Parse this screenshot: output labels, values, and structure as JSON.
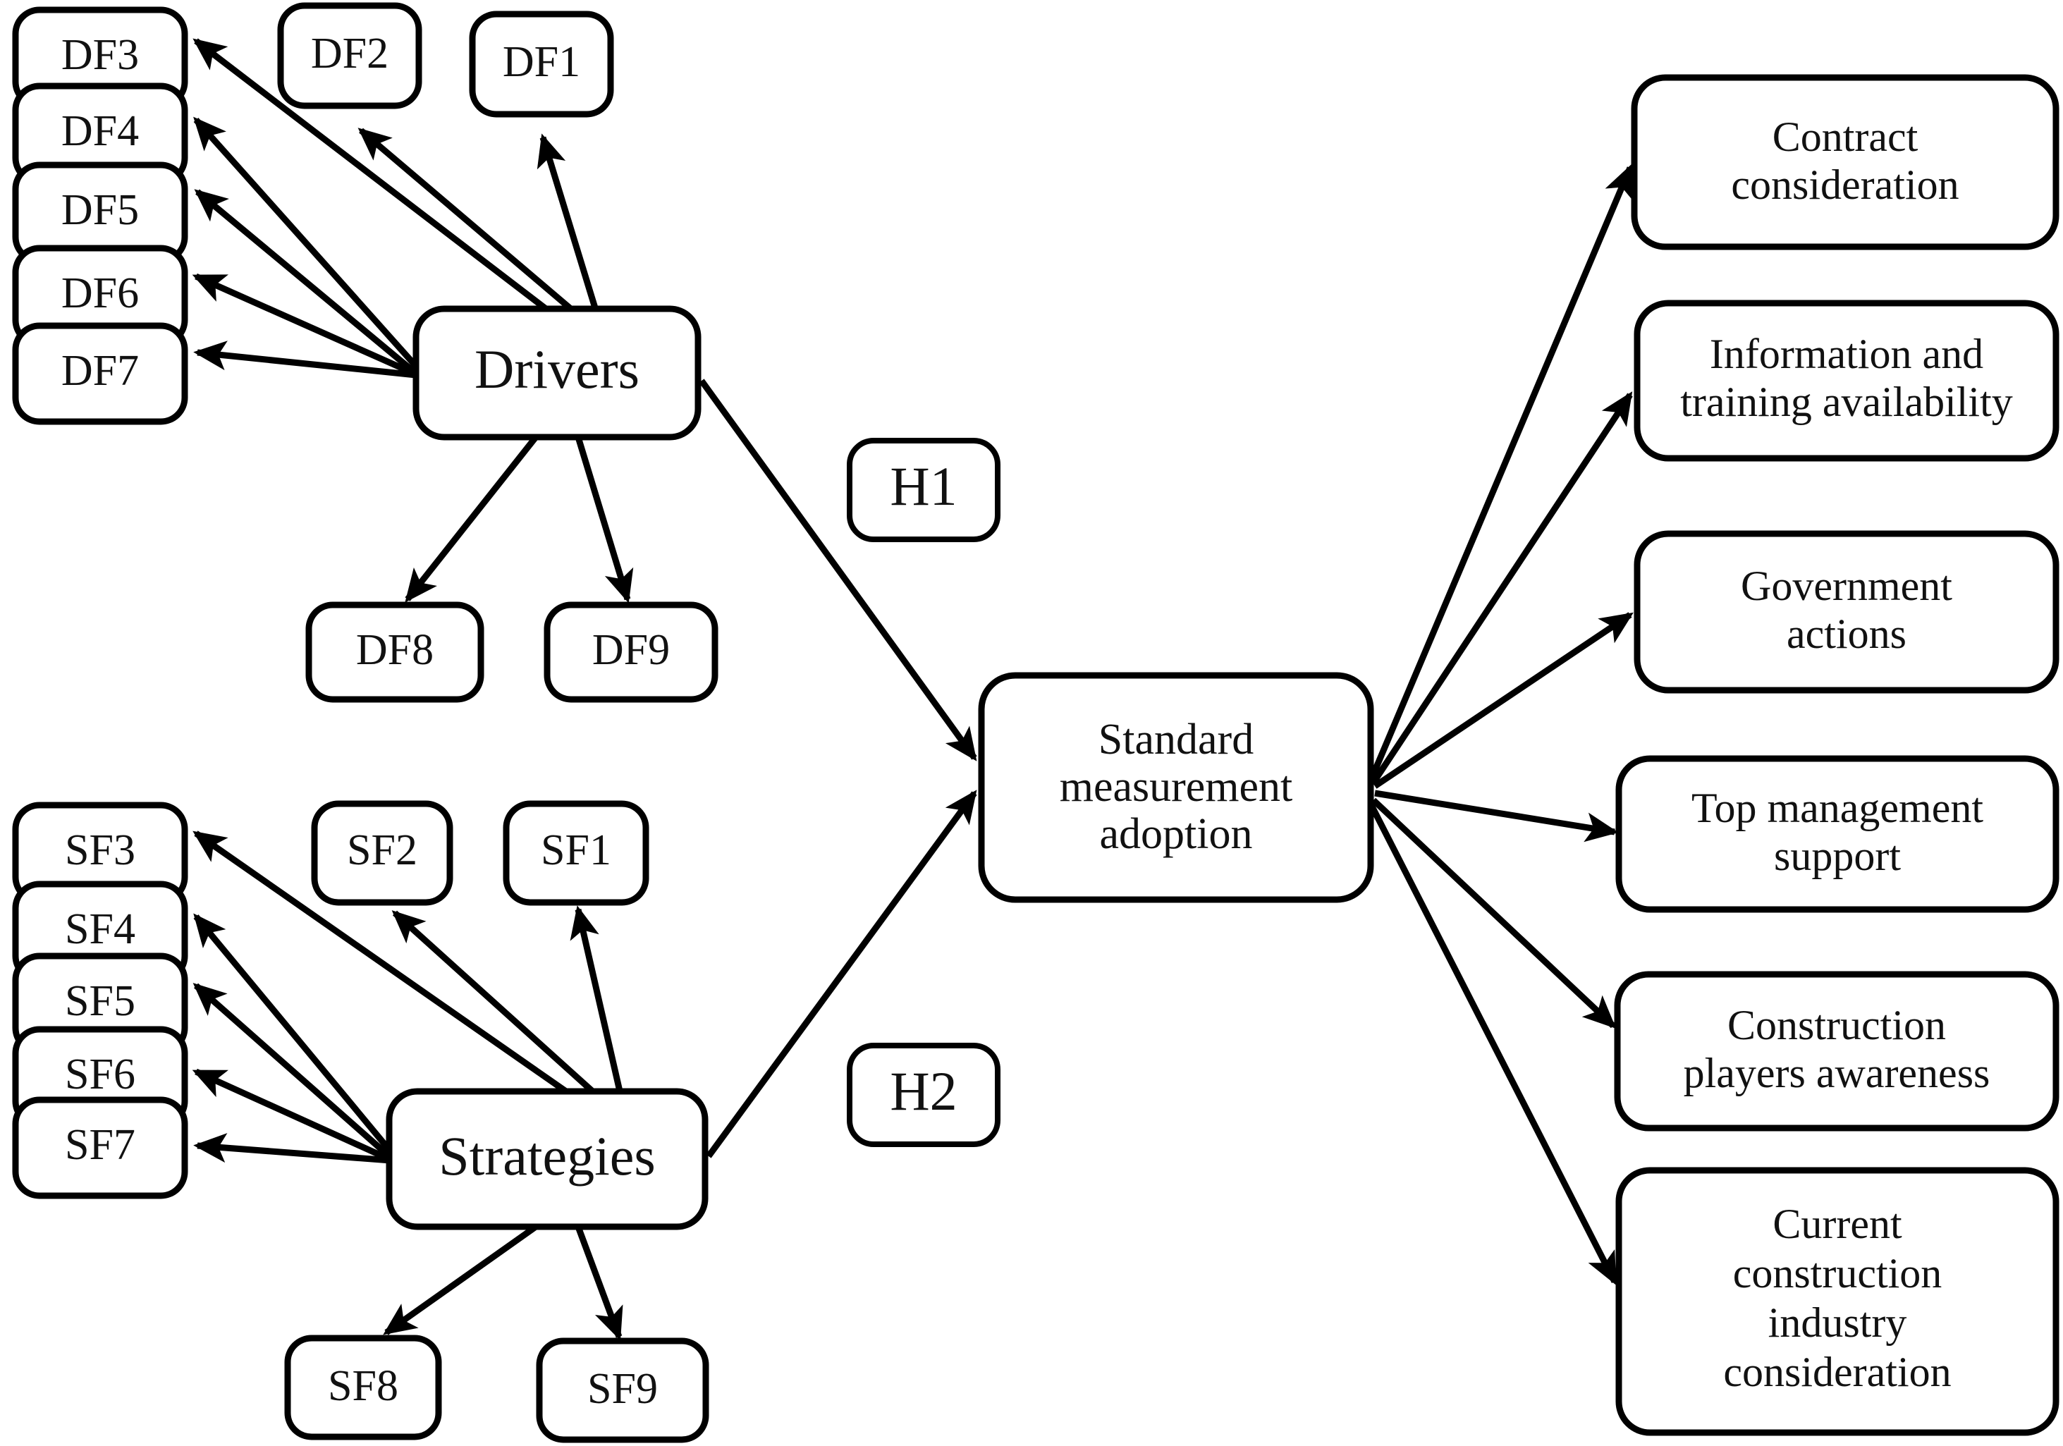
{
  "diagram": {
    "title": "Standard measurement adoption conceptual model",
    "type": "path-diagram",
    "background_color": "#ffffff",
    "line_color": "#000000",
    "box_fill": "#ffffff"
  },
  "nodes": {
    "driver_indicators": [
      {
        "id": "DF1",
        "label": "DF1"
      },
      {
        "id": "DF2",
        "label": "DF2"
      },
      {
        "id": "DF3",
        "label": "DF3"
      },
      {
        "id": "DF4",
        "label": "DF4"
      },
      {
        "id": "DF5",
        "label": "DF5"
      },
      {
        "id": "DF6",
        "label": "DF6"
      },
      {
        "id": "DF7",
        "label": "DF7"
      },
      {
        "id": "DF8",
        "label": "DF8"
      },
      {
        "id": "DF9",
        "label": "DF9"
      }
    ],
    "strategy_indicators": [
      {
        "id": "SF1",
        "label": "SF1"
      },
      {
        "id": "SF2",
        "label": "SF2"
      },
      {
        "id": "SF3",
        "label": "SF3"
      },
      {
        "id": "SF4",
        "label": "SF4"
      },
      {
        "id": "SF5",
        "label": "SF5"
      },
      {
        "id": "SF6",
        "label": "SF6"
      },
      {
        "id": "SF7",
        "label": "SF7"
      },
      {
        "id": "SF8",
        "label": "SF8"
      },
      {
        "id": "SF9",
        "label": "SF9"
      }
    ],
    "latent_drivers": {
      "id": "Drivers",
      "label": "Drivers"
    },
    "latent_strategies": {
      "id": "Strategies",
      "label": "Strategies"
    },
    "outcome": {
      "id": "SMA",
      "label_line1": "Standard",
      "label_line2": "measurement",
      "label_line3": "adoption"
    },
    "hypotheses": [
      {
        "id": "H1",
        "label": "H1"
      },
      {
        "id": "H2",
        "label": "H2"
      }
    ],
    "outcome_indicators": [
      {
        "id": "OC1",
        "lines": [
          "Contract",
          "consideration"
        ]
      },
      {
        "id": "OC2",
        "lines": [
          "Information and",
          "training availability"
        ]
      },
      {
        "id": "OC3",
        "lines": [
          "Government",
          "actions"
        ]
      },
      {
        "id": "OC4",
        "lines": [
          "Top management",
          "support"
        ]
      },
      {
        "id": "OC5",
        "lines": [
          "Construction",
          "players awareness"
        ]
      },
      {
        "id": "OC6",
        "lines": [
          "Current",
          "construction",
          "industry",
          "consideration"
        ]
      }
    ]
  },
  "edges": [
    {
      "from": "Drivers",
      "to": "DF1"
    },
    {
      "from": "Drivers",
      "to": "DF2"
    },
    {
      "from": "Drivers",
      "to": "DF3"
    },
    {
      "from": "Drivers",
      "to": "DF4"
    },
    {
      "from": "Drivers",
      "to": "DF5"
    },
    {
      "from": "Drivers",
      "to": "DF6"
    },
    {
      "from": "Drivers",
      "to": "DF7"
    },
    {
      "from": "Drivers",
      "to": "DF8"
    },
    {
      "from": "Drivers",
      "to": "DF9"
    },
    {
      "from": "Strategies",
      "to": "SF1"
    },
    {
      "from": "Strategies",
      "to": "SF2"
    },
    {
      "from": "Strategies",
      "to": "SF3"
    },
    {
      "from": "Strategies",
      "to": "SF4"
    },
    {
      "from": "Strategies",
      "to": "SF5"
    },
    {
      "from": "Strategies",
      "to": "SF6"
    },
    {
      "from": "Strategies",
      "to": "SF7"
    },
    {
      "from": "Strategies",
      "to": "SF8"
    },
    {
      "from": "Strategies",
      "to": "SF9"
    },
    {
      "from": "Drivers",
      "to": "SMA",
      "hypothesis": "H1"
    },
    {
      "from": "Strategies",
      "to": "SMA",
      "hypothesis": "H2"
    },
    {
      "from": "SMA",
      "to": "OC1"
    },
    {
      "from": "SMA",
      "to": "OC2"
    },
    {
      "from": "SMA",
      "to": "OC3"
    },
    {
      "from": "SMA",
      "to": "OC4"
    },
    {
      "from": "SMA",
      "to": "OC5"
    },
    {
      "from": "SMA",
      "to": "OC6"
    }
  ]
}
